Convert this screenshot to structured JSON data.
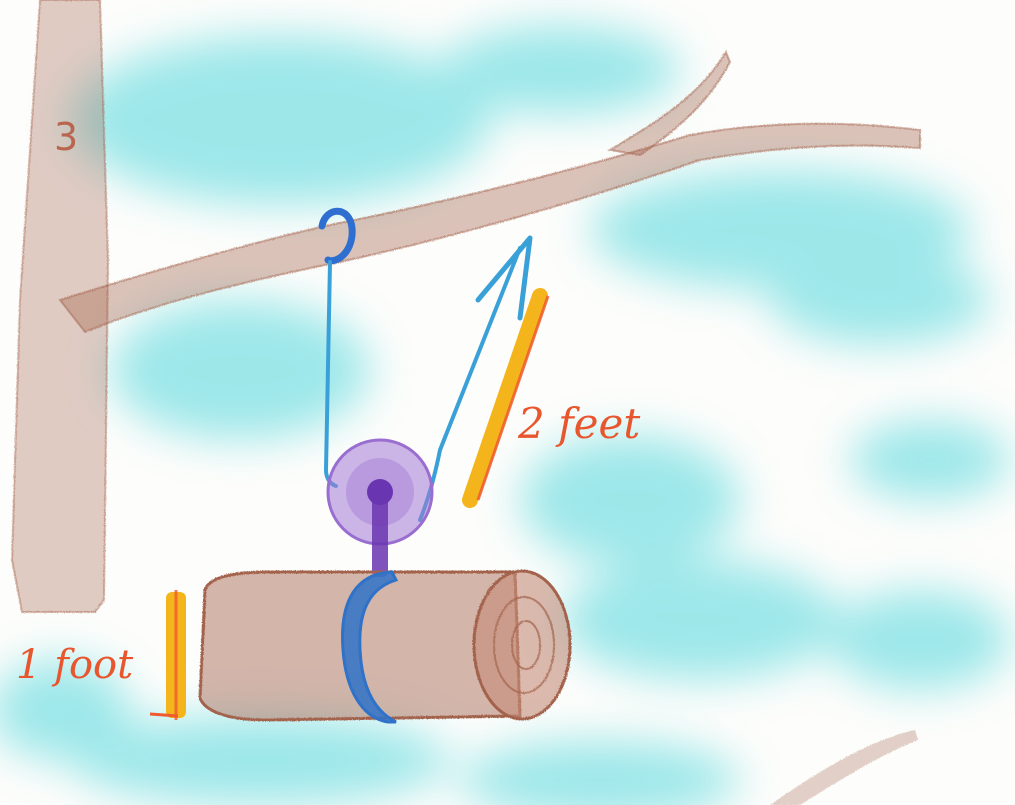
{
  "page_number": "3",
  "labels": {
    "small_length": "1 foot",
    "large_length": "2 feet"
  },
  "colors": {
    "sky": "#4fd6dc",
    "tree": "#a3624c",
    "log": "#b07a66",
    "rope": "#3aa0d8",
    "hook": "#2f6fd0",
    "pulley": "#a37ad6",
    "pulley_axle": "#6a35b0",
    "sling": "#2f72c8",
    "measure_bar": "#f4b51c",
    "measure_outline": "#ef5a2e",
    "label_text": "#e8562e",
    "page_number": "#b8664e"
  },
  "icons": [
    "pulley-icon",
    "arrow-up-icon"
  ]
}
